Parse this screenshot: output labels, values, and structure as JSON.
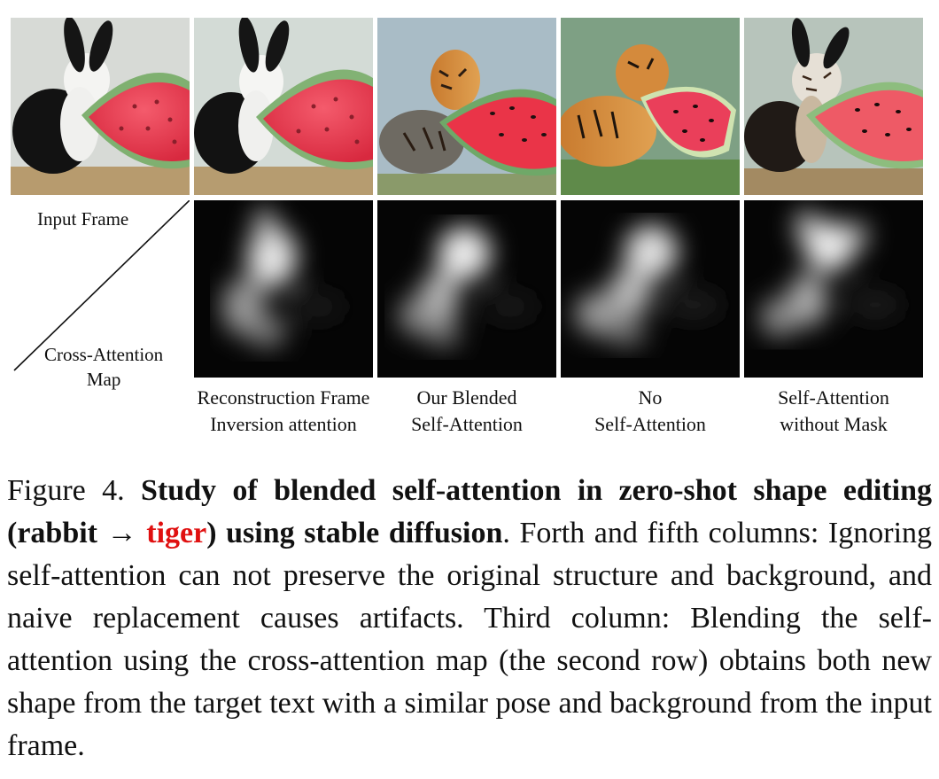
{
  "figure": {
    "corner_top": "Input Frame",
    "corner_bottom": "Cross-Attention\nMap",
    "column_labels": [
      "Reconstruction Frame\nInversion attention",
      "Our Blended\nSelf-Attention",
      "No\nSelf-Attention",
      "Self-Attention\nwithout Mask"
    ],
    "row1_images": [
      "rabbit-watermelon-input",
      "rabbit-watermelon-reconstruction",
      "tiger-watermelon-blended",
      "tiger-watermelon-no-self-attention",
      "tiger-watermelon-without-mask"
    ],
    "row2_images": [
      "attention-map-reconstruction",
      "attention-map-blended",
      "attention-map-no-self-attention",
      "attention-map-without-mask"
    ]
  },
  "caption": {
    "label": "Figure 4. ",
    "bold_part1": "Study of blended self-attention in zero-shot shape editing (rabbit ",
    "arrow": "→",
    "highlight": "tiger",
    "bold_part2": ") using stable diffusion",
    "body": ". Forth and fifth columns: Ignoring self-attention can not preserve the original structure and background, and naive replacement causes artifacts. Third column: Blending the self-attention using the cross-attention map (the second row) obtains both new shape from the target text with a similar pose and background from the input frame."
  }
}
